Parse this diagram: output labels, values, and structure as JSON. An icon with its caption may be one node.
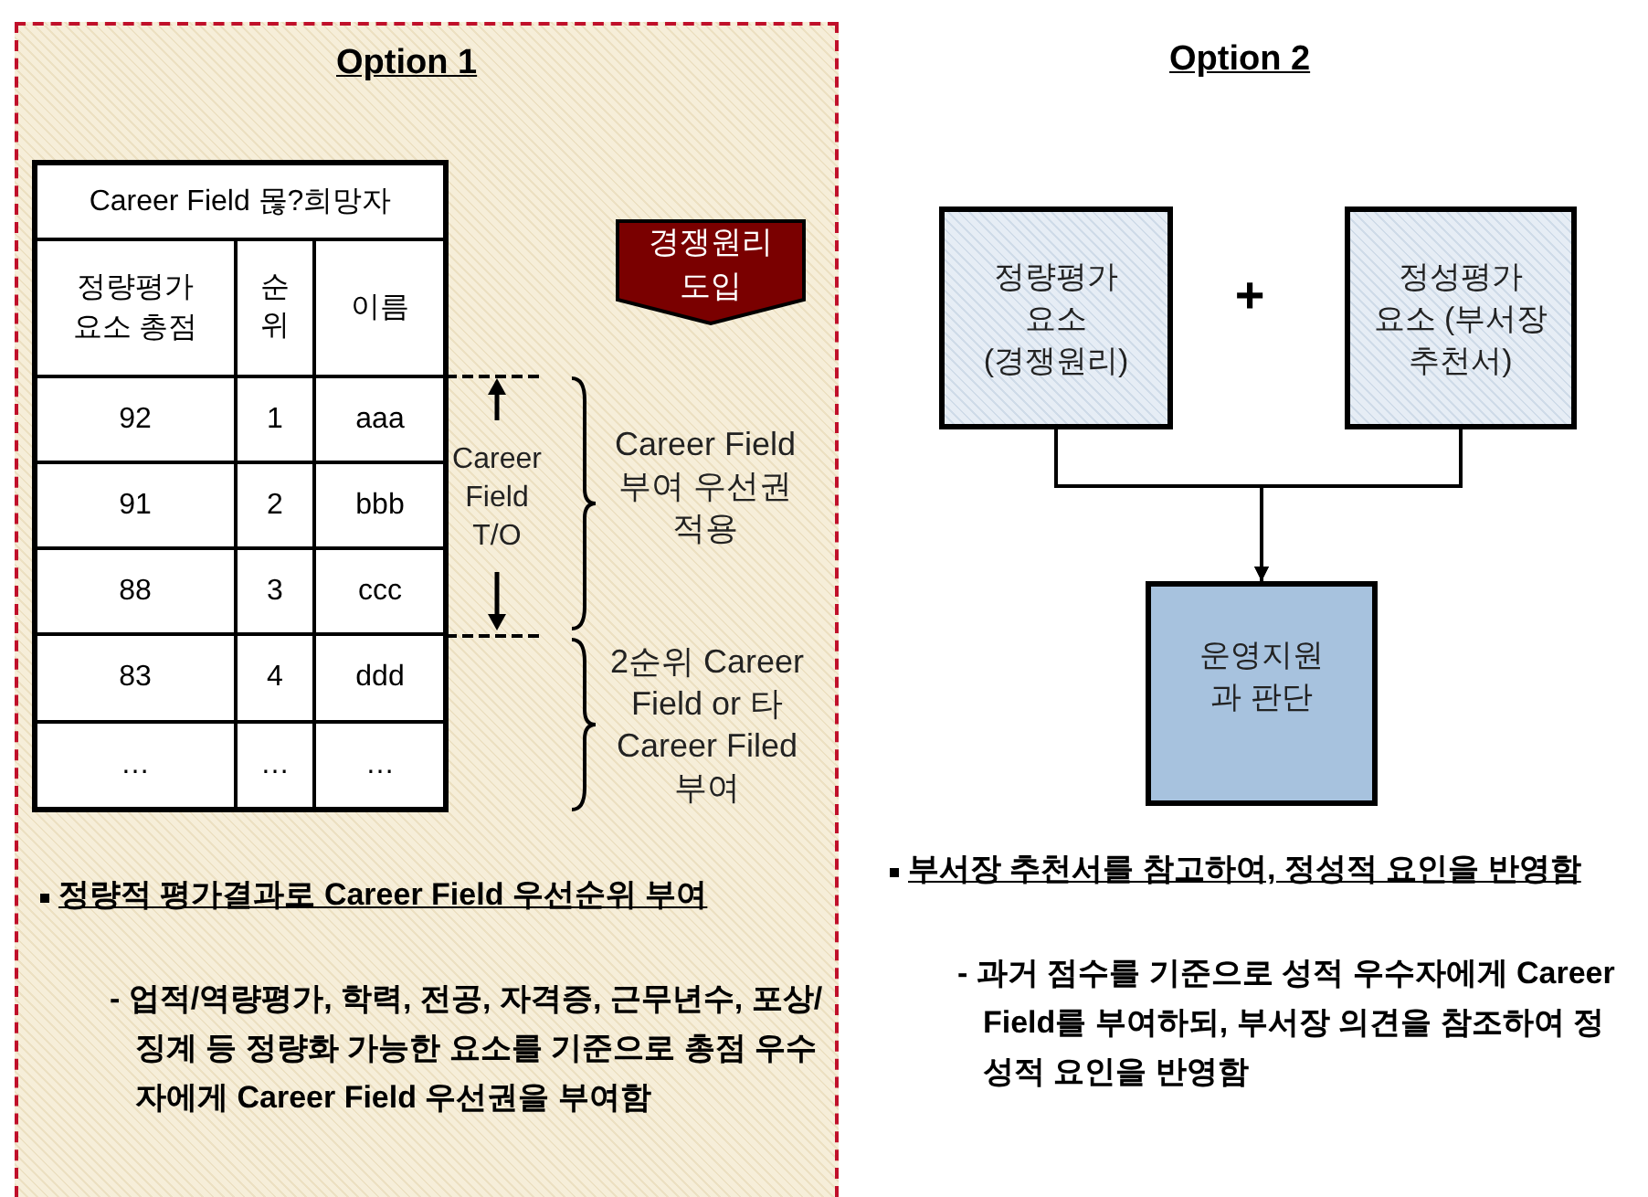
{
  "diagram": {
    "nodes": [
      {
        "text": [
          "Option 1",
          "정량적 평가결과로 Career Field 우선순위 부여",
          "- 업적/역량평가, 학력, 전공, 자격증, 근무년수, 포상/징계 등 정량화 가능한 요소를 기준으로 총점 우수자에게 Career Field 우선권을 부여함"
        ]
      },
      {
        "text": [
          "경쟁원리 도입"
        ],
        "in": 0
      },
      {
        "text": [
          "정량평가 요소 (경쟁원리)"
        ]
      },
      {
        "text": [
          "정성평가 요소 (부서장 추천서)"
        ]
      },
      {
        "text": [
          "운영지원 과 판단"
        ]
      }
    ],
    "edges": [
      {
        "from": 2,
        "to": 4,
        "arrow": "to"
      },
      {
        "from": 3,
        "to": 4,
        "arrow": "to"
      }
    ],
    "labels": [
      "Option 2",
      "+",
      "Career Field 몮?희망자",
      "정량평가 요소 총점",
      "순위",
      "이름",
      "92",
      "1",
      "aaa",
      "91",
      "2",
      "bbb",
      "88",
      "3",
      "ccc",
      "83",
      "4",
      "ddd",
      "…",
      "…",
      "…",
      "Career Field T/O",
      "Career Field 부여 우선권 적용",
      "2순위 Career Field or 타 Career Filed 부여",
      "부서장 추천서를 참고하여, 정성적 요인을 반영함",
      "- 과거 점수를 기준으로 성적 우수자에게 Career Field를 부여하되, 부서장 의견을 참조하여 정성적 요인을 반영함"
    ]
  }
}
